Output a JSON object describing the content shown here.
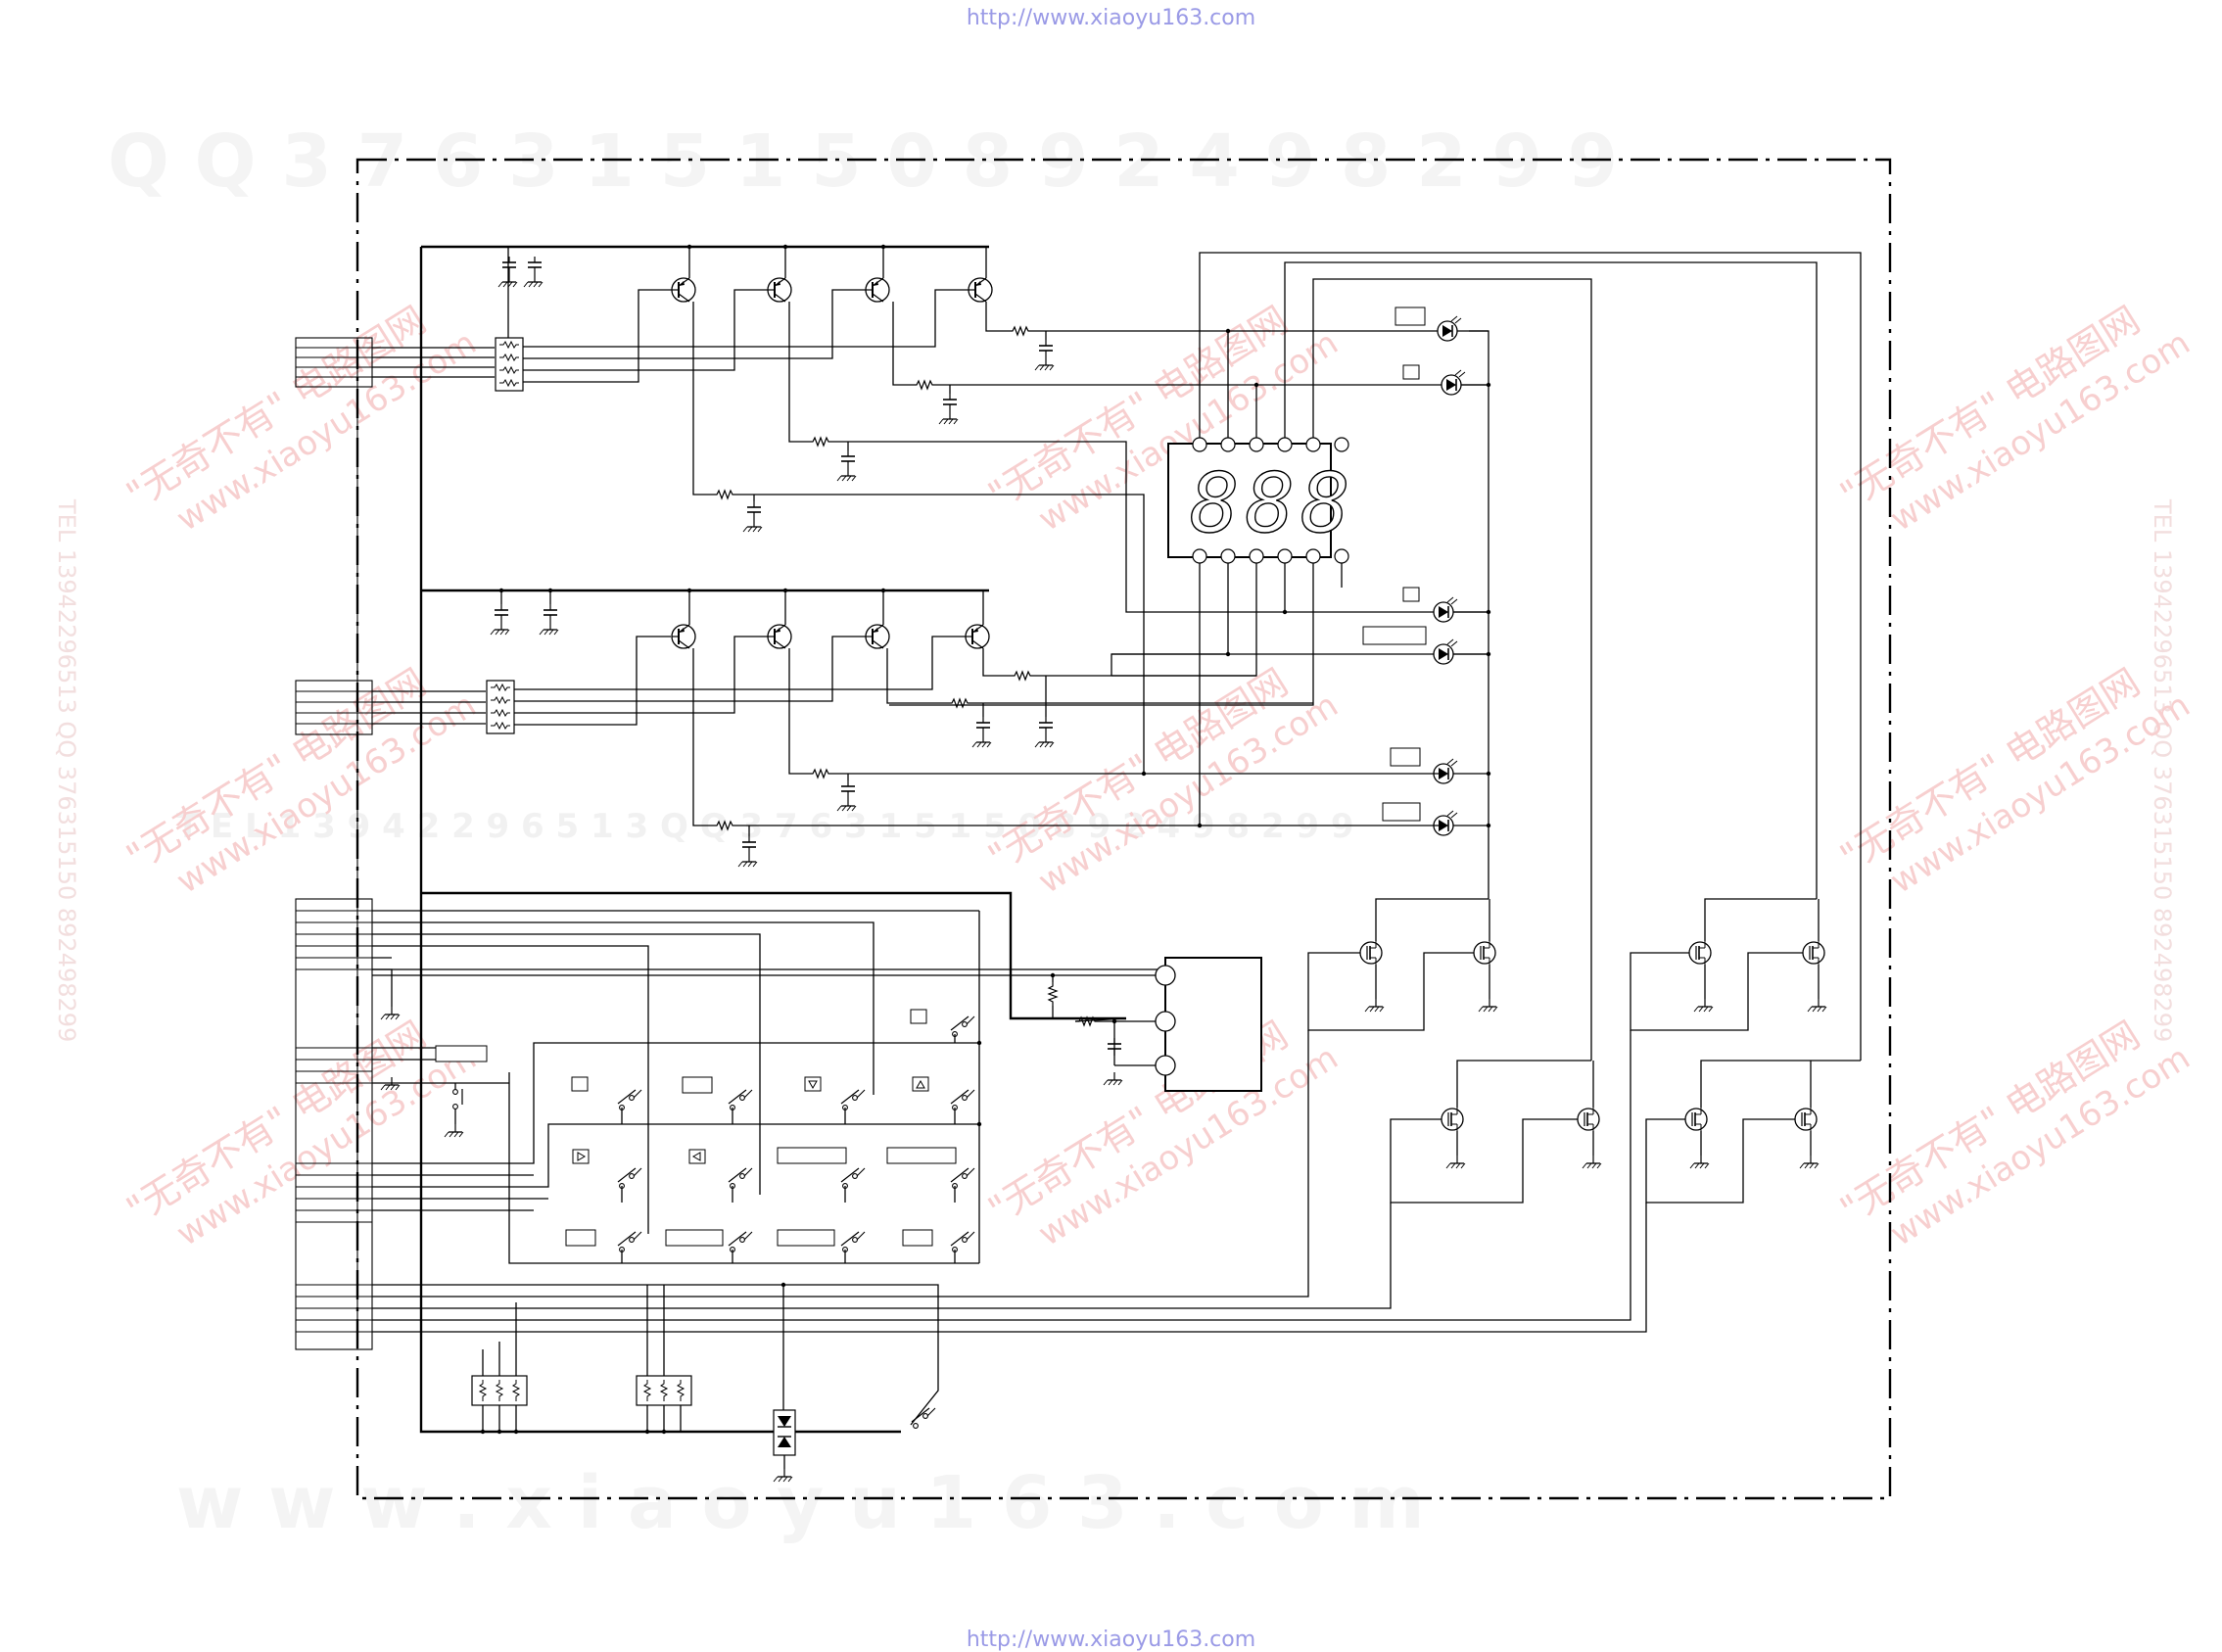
{
  "header": {
    "url": "http://www.xiaoyu163.com"
  },
  "footer": {
    "url": "http://www.xiaoyu163.com"
  },
  "display": {
    "digits": "888"
  },
  "watermarks": {
    "top_digits": "Q Q  3 7 6 3 1 5 1 5 0    8 9 2 4 9 8 2 9 9",
    "middle_digits": "T E L  1 3 9 4 2 2 9 6 5 1 3    Q Q  3 7 6 3 1 5 1 5 0    8 9 2 4 9 8 2 9 9",
    "bottom_text": "w w w . x i a o y u 1 6 3 . c o m",
    "side_text": "TEL 13942296513  QQ 376315150  892498299",
    "tile_line1": "\"无奇不有\" 电路图网",
    "tile_line2": "www.xiaoyu163.com"
  },
  "colors": {
    "wire": "#000000",
    "url": "#9a9ae6",
    "watermark_red": "#f7cfcf",
    "watermark_gray": "#f4f4f4"
  }
}
